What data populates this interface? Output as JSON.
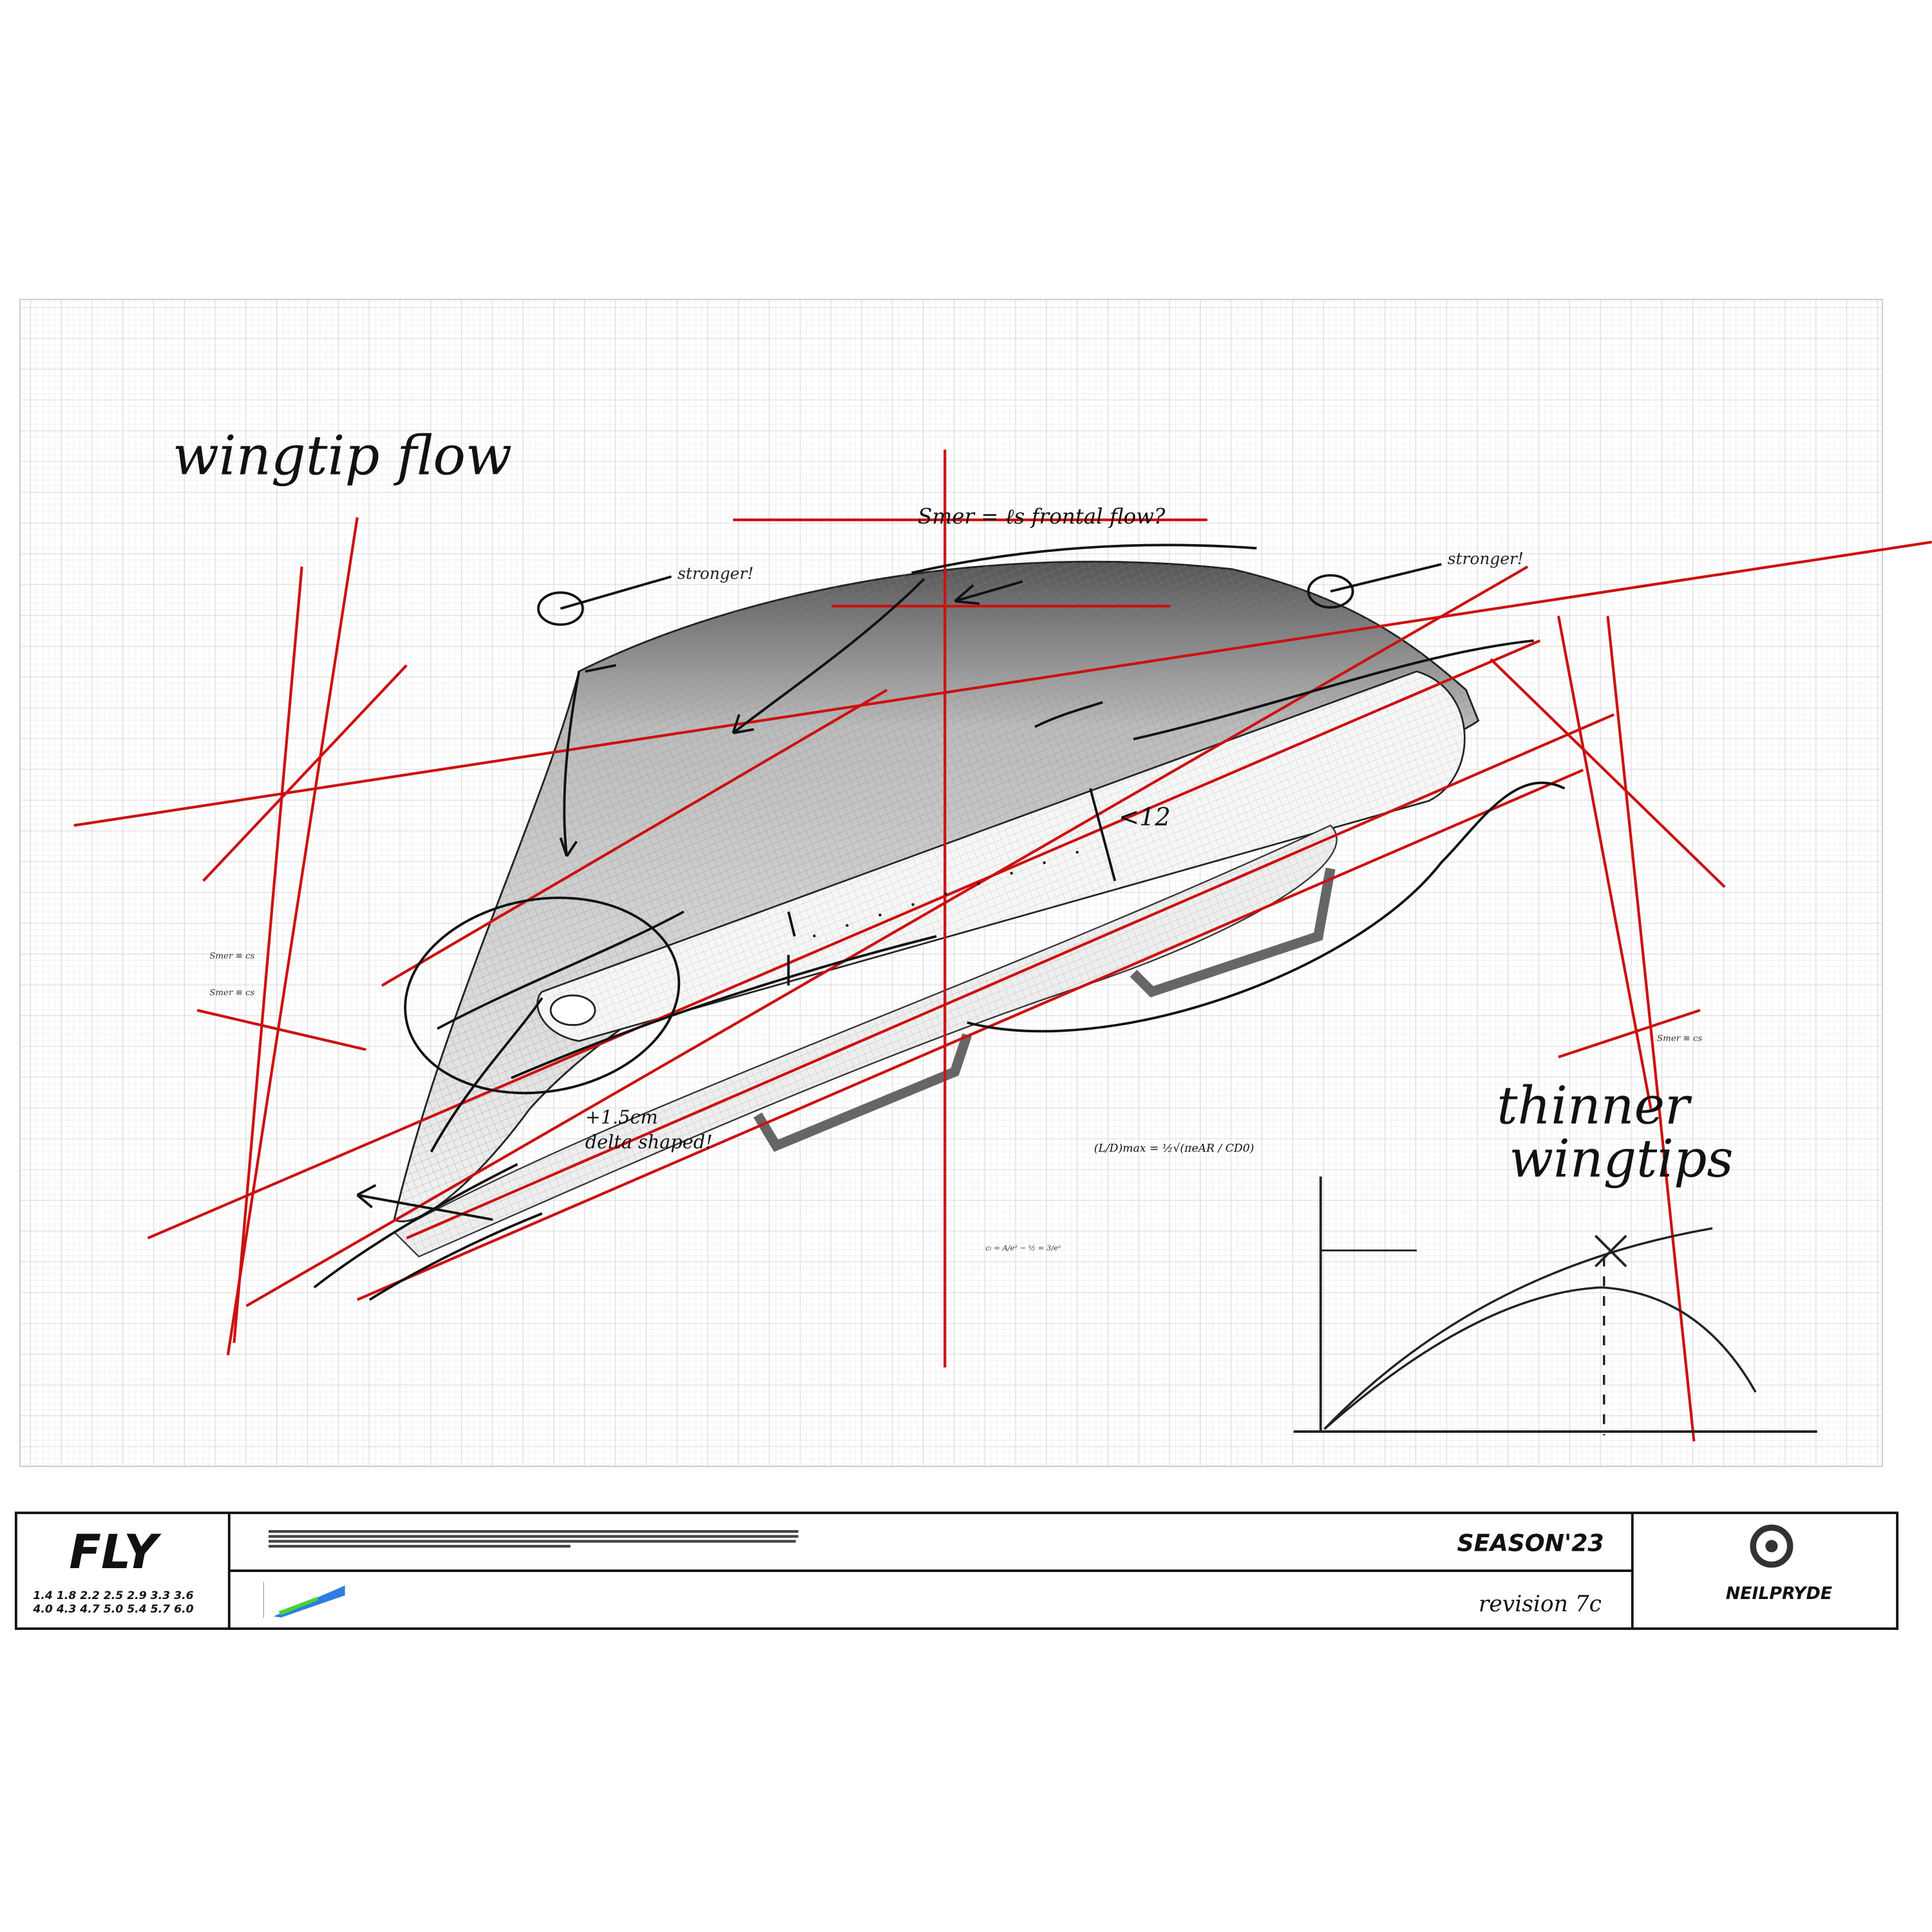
{
  "sketch": {
    "title_left": "wingtip flow",
    "title_right_line1": "thinner",
    "title_right_line2": "wingtips",
    "note_frontal": "Smer = ℓs frontal flow?",
    "note_stronger_left": "stronger!",
    "note_stronger_right": "stronger!",
    "note_delta_line1": "+1.5cm",
    "note_delta_line2": "delta shaped!",
    "note_angle": "<12",
    "formula_ld": "(L/D)max = ½√(πeAR / CD0)",
    "formula_small": "cₗ = A/e² − ½ = 3/e²",
    "note_smer_1": "Smer ≡ cs",
    "note_smer_2": "Smer ≡ cs",
    "note_smer_3": "Smer ≡ cs"
  },
  "title_block": {
    "product": "FLY",
    "sizes_row1": "1.4 1.8 2.2 2.5 2.9 3.3 3.6",
    "sizes_row2": "4.0 4.3 4.7 5.0 5.4 5.7 6.0",
    "season": "SEASON'23",
    "revision": "revision 7c",
    "brand": "NEILPRYDE"
  },
  "colors": {
    "accent_red": "#cc1111",
    "ink": "#111111",
    "grid": "#d9d9d9"
  }
}
